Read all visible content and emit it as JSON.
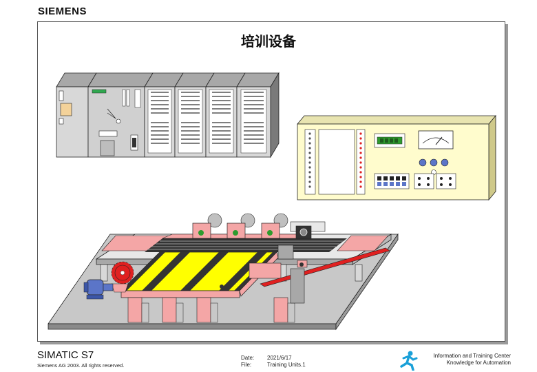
{
  "brand": {
    "logo_text": "SIEMENS"
  },
  "slide": {
    "title": "培训设备"
  },
  "footer": {
    "product": "SIMATIC S7",
    "copyright": "Siemens AG 2003. All rights reserved.",
    "date_label": "Date:",
    "date_value": "2021/6/17",
    "file_label": "File:",
    "file_value": "Training Units.1",
    "center_line1": "Information and Training Center",
    "center_line2": "Knowledge for Automation"
  },
  "icons": {
    "plc": "plc-rack-icon",
    "panel": "control-panel-icon",
    "conveyor": "conveyor-model-icon",
    "training_center": "running-figure-icon"
  },
  "colors": {
    "module_gray": "#c8c8c8",
    "panel_yellow": "#fffccd",
    "conveyor_pink": "#f4a6a6",
    "belt_yellow": "#ffff00",
    "motor_blue": "#5b75c8",
    "sawblade_red": "#e02020",
    "indicator_green": "#2e9b2e",
    "logo_blue": "#1aa0d8"
  }
}
